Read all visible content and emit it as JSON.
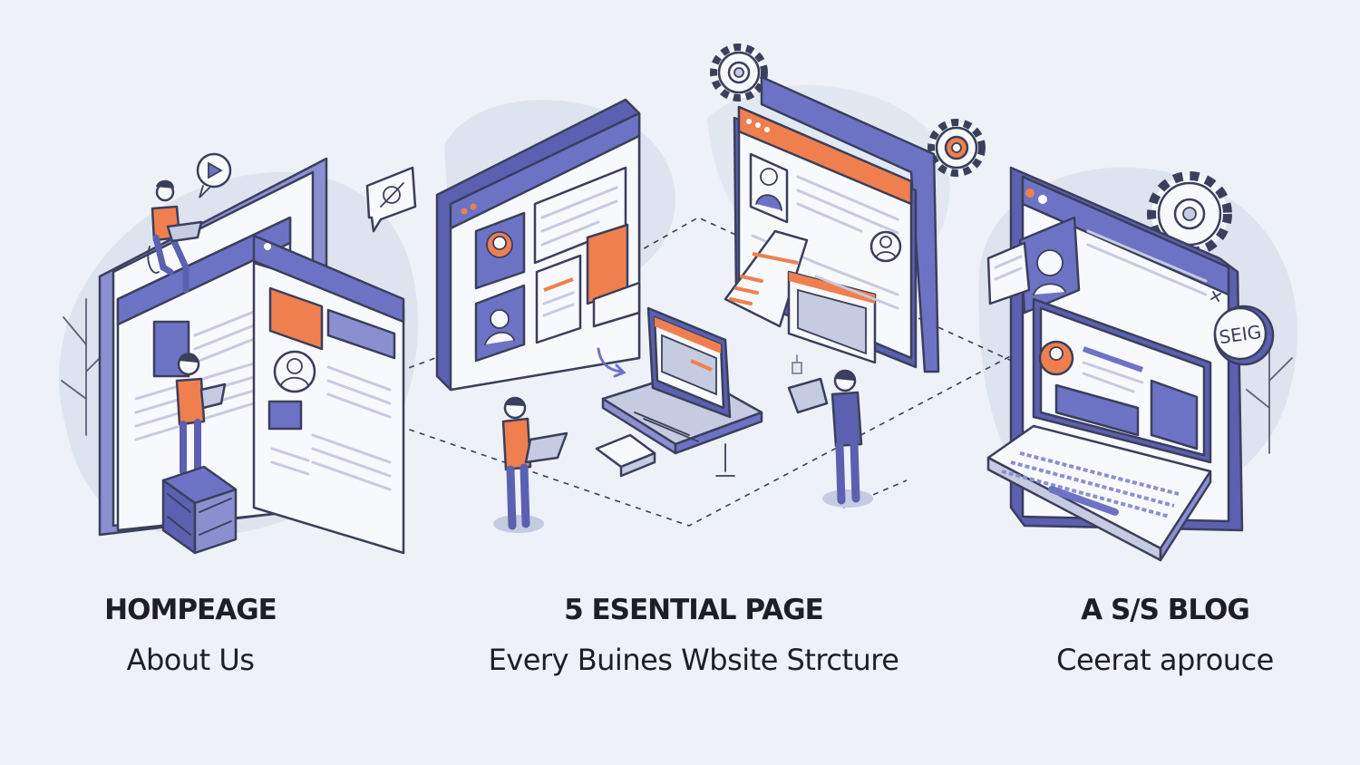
{
  "illustration": {
    "badge_text": "SEIG",
    "colors": {
      "background": "#eef2f8",
      "blob": "#dde4ef",
      "primary_purple": "#6d73c4",
      "dark_purple": "#5b60b0",
      "accent_orange": "#f07f4f",
      "outline": "#3a3f5c",
      "panel_white": "#f8f9fc",
      "line_gray": "#c5cbe0"
    },
    "icons": [
      "play-icon",
      "chat-bubble-icon",
      "gear-icon",
      "arrow-icon",
      "user-avatar-icon"
    ]
  },
  "sections": [
    {
      "title": "HOMPEAGE",
      "subtitle": "About Us"
    },
    {
      "title": "5 ESENTIAL PAGE",
      "subtitle": "Every Buines Wbsite Strcture"
    },
    {
      "title": "A S/S BLOG",
      "subtitle": "Ceerat aprouce"
    }
  ]
}
